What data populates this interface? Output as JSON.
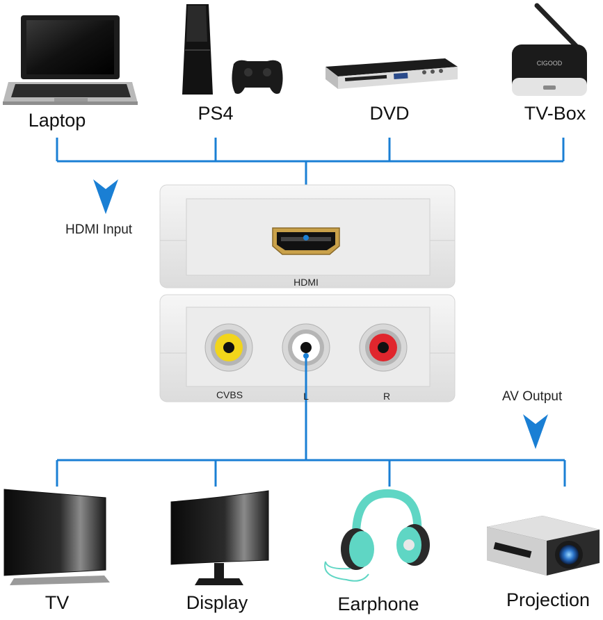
{
  "inputs": [
    {
      "label": "Laptop",
      "icon": "laptop-icon"
    },
    {
      "label": "PS4",
      "icon": "ps4-console-icon"
    },
    {
      "label": "DVD",
      "icon": "dvd-player-icon"
    },
    {
      "label": "TV-Box",
      "icon": "tv-box-icon"
    }
  ],
  "outputs": [
    {
      "label": "TV",
      "icon": "tv-icon"
    },
    {
      "label": "Display",
      "icon": "monitor-icon"
    },
    {
      "label": "Earphone",
      "icon": "headphones-icon"
    },
    {
      "label": "Projection",
      "icon": "projector-icon"
    }
  ],
  "hdmi_input_label": "HDMI Input",
  "av_output_label": "AV Output",
  "ports": {
    "hdmi": "HDMI",
    "cvbs": "CVBS",
    "left": "L",
    "right": "R"
  },
  "tv_box_brand": "CIGOOD",
  "colors": {
    "line": "#1a7fd4",
    "arrow": "#1a7fd4",
    "rca_yellow": "#f2d51a",
    "rca_white": "#ffffff",
    "rca_red": "#e0262d",
    "hdmi_gold": "#c9a14a"
  }
}
